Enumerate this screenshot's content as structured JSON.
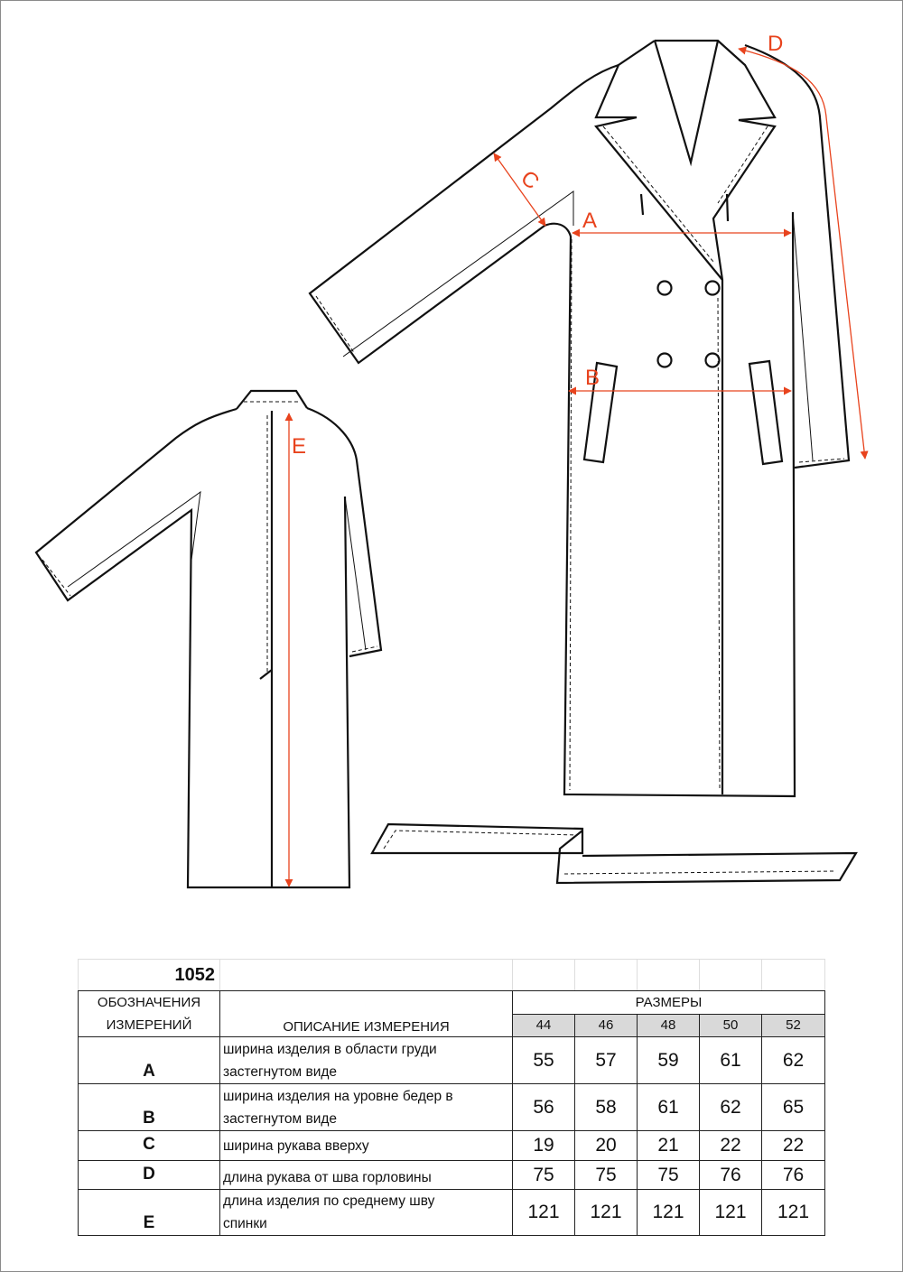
{
  "drawing": {
    "labels": {
      "A": "A",
      "B": "B",
      "C": "C",
      "D": "D",
      "E": "E"
    },
    "accent_color": "#e8431d"
  },
  "table": {
    "model": "1052",
    "header": {
      "designation": [
        "ОБОЗНАЧЕНИЯ",
        "ИЗМЕРЕНИЙ"
      ],
      "description": "ОПИСАНИЕ ИЗМЕРЕНИЯ",
      "sizes_label": "РАЗМЕРЫ"
    },
    "sizes": [
      "44",
      "46",
      "48",
      "50",
      "52"
    ],
    "rows": [
      {
        "code": "A",
        "desc": [
          "ширина изделия в области груди",
          "застегнутом виде"
        ],
        "values": [
          "55",
          "57",
          "59",
          "61",
          "62"
        ]
      },
      {
        "code": "B",
        "desc": [
          "ширина изделия  на уровне бедер в",
          "застегнутом виде"
        ],
        "values": [
          "56",
          "58",
          "61",
          "62",
          "65"
        ]
      },
      {
        "code": "C",
        "desc": [
          "ширина рукава вверху"
        ],
        "values": [
          "19",
          "20",
          "21",
          "22",
          "22"
        ]
      },
      {
        "code": "D",
        "desc": [
          "длина рукава от шва горловины"
        ],
        "values": [
          "75",
          "75",
          "75",
          "76",
          "76"
        ]
      },
      {
        "code": "E",
        "desc": [
          "длина изделия по среднему шву",
          "спинки"
        ],
        "values": [
          "121",
          "121",
          "121",
          "121",
          "121"
        ]
      }
    ]
  }
}
